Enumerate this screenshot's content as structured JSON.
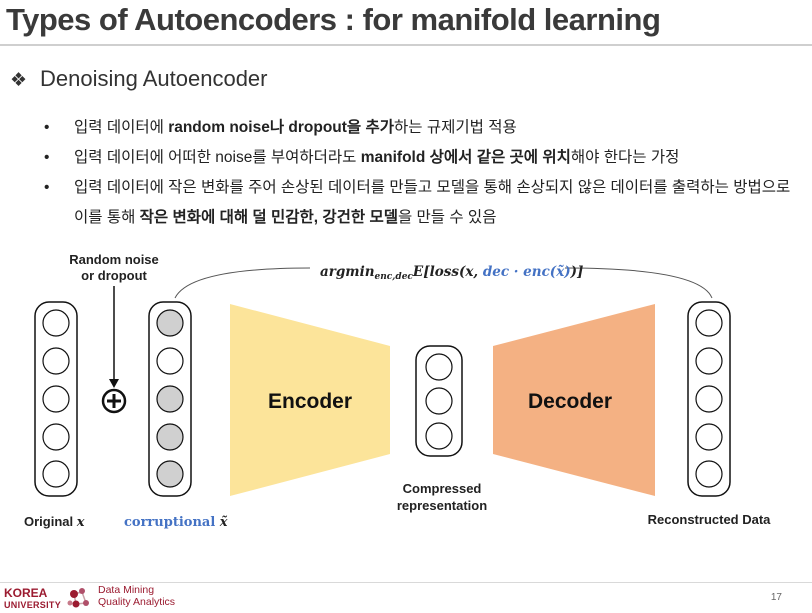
{
  "slide": {
    "title": "Types of Autoencoders : for manifold learning",
    "subtitle": "Denoising Autoencoder",
    "bullets": [
      [
        "입력 데이터에 ",
        {
          "b": "random noise나 dropout을 추가"
        },
        "하는 규제기법 적용"
      ],
      [
        "입력 데이터에 어떠한 noise를 부여하더라도 ",
        {
          "b": "manifold 상에서 같은 곳에 위치"
        },
        "해야 한다는 가정"
      ],
      [
        "입력 데이터에 작은 변화를 주어 손상된 데이터를 만들고 모델을 통해 손상되지 않은 데이터를 출력하는 방법으로 이를 통해 ",
        {
          "b": "작은 변화에 대해 덜 민감한, 강건한 모델"
        },
        "을 만들 수 있음"
      ]
    ]
  },
  "diagram": {
    "noise_label_line1": "Random noise",
    "noise_label_line2": "or dropout",
    "plus_symbol": "+",
    "encoder_label": "Encoder",
    "decoder_label": "Decoder",
    "compressed_label_line1": "Compressed",
    "compressed_label_line2": "representation",
    "original_label": "Original",
    "original_var": "x",
    "corrupt_label": "corruptional",
    "corrupt_var": "x̃",
    "reconstructed_label": "Reconstructed Data",
    "objective": {
      "prefix": "argmin",
      "subscript": "enc,dec",
      "expectation": "E[",
      "loss": "loss(",
      "x": "x",
      "comma": ", ",
      "dec_enc": "dec · enc(",
      "x_tilde": "x̃",
      "close": ")",
      "end": ")]"
    },
    "colors": {
      "encoder": "#fce49a",
      "decoder": "#f4b183",
      "corrupt_text": "#4472c4",
      "corrupt_fill": "#d0d0d0",
      "node_stroke": "#111111"
    }
  },
  "footer": {
    "ku_line1": "KOREA",
    "ku_line2": "UNIVERSITY",
    "dm_line1": "Data Mining",
    "dm_line2": "Quality Analytics",
    "page": "17"
  }
}
